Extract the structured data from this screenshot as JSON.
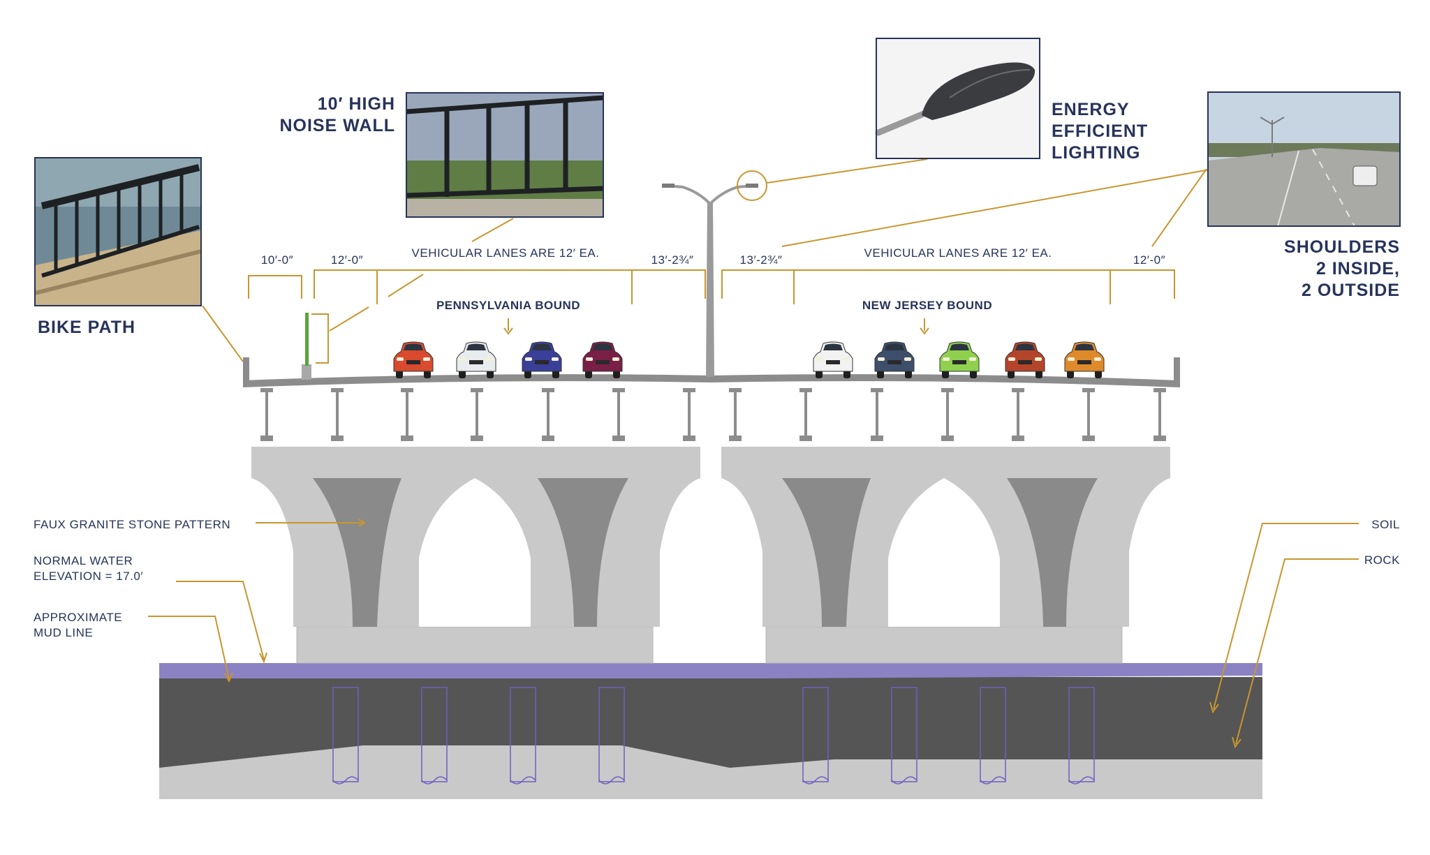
{
  "callouts": {
    "noise_wall": [
      "10′ HIGH",
      "NOISE WALL"
    ],
    "lighting": [
      "ENERGY",
      "EFFICIENT",
      "LIGHTING"
    ],
    "shoulders": [
      "SHOULDERS",
      "2 INSIDE,",
      "2 OUTSIDE"
    ],
    "bike_path": "BIKE PATH"
  },
  "dimensions": {
    "bike_path_width": "10′-0″",
    "wall_gap": "12′-0″",
    "lanes_left": "VEHICULAR LANES ARE 12′ EA.",
    "inside_left": "13′-2¾″",
    "inside_right": "13′-2¾″",
    "lanes_right": "VEHICULAR LANES ARE 12′ EA.",
    "outside_right": "12′-0″"
  },
  "directions": {
    "left": "PENNSYLVANIA BOUND",
    "right": "NEW JERSEY BOUND"
  },
  "notes_left": {
    "faux_granite": "FAUX GRANITE STONE PATTERN",
    "water": [
      "NORMAL WATER",
      "ELEVATION = 17.0′"
    ],
    "mud": [
      "APPROXIMATE",
      "MUD LINE"
    ]
  },
  "notes_right": {
    "soil": "SOIL",
    "rock": "ROCK"
  },
  "cars_left": [
    "#d94a2f",
    "#e9ecee",
    "#3a3f9a",
    "#7a1f46"
  ],
  "cars_right": [
    "#f2f2f2",
    "#3d4f6a",
    "#8fd14f",
    "#b5452a",
    "#df8a2a"
  ],
  "colors": {
    "text": "#27335a",
    "leader": "#c8962f",
    "concrete": "#c9c9c9",
    "concrete_dark": "#8a8a8a",
    "water": "#8b82c4",
    "soil": "#555555",
    "rock": "#c9c9c9",
    "noise_wall": "#5aa33a"
  }
}
